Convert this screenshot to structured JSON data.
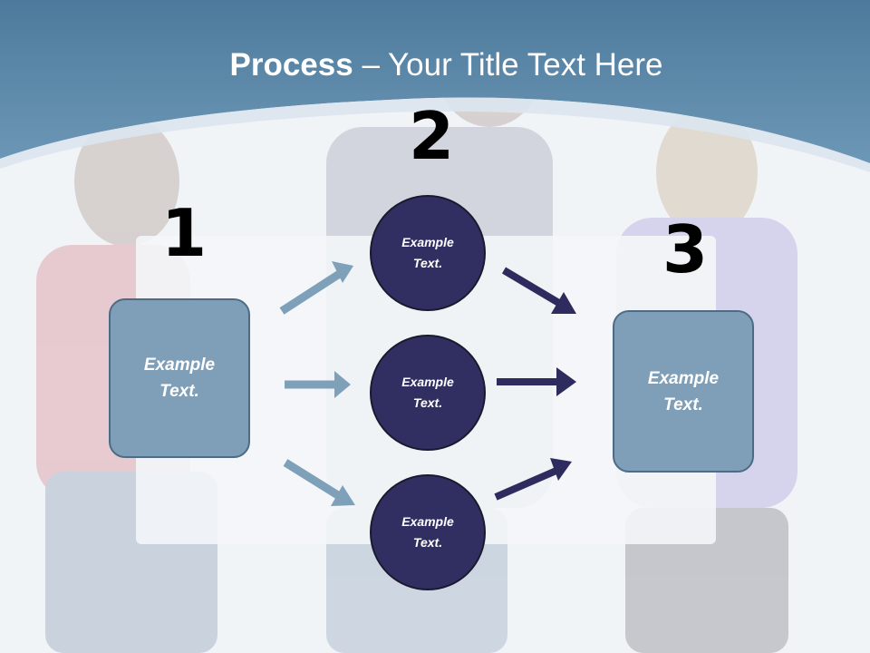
{
  "slide": {
    "title_bold": "Process",
    "title_rest": " – Your Title Text Here"
  },
  "steps": {
    "one": {
      "number": "1",
      "text_line1": "Example",
      "text_line2": "Text."
    },
    "two": {
      "number": "2",
      "nodes": [
        {
          "text_line1": "Example",
          "text_line2": "Text."
        },
        {
          "text_line1": "Example",
          "text_line2": "Text."
        },
        {
          "text_line1": "Example",
          "text_line2": "Text."
        }
      ]
    },
    "three": {
      "number": "3",
      "text_line1": "Example",
      "text_line2": "Text."
    }
  },
  "colors": {
    "header": "#5e88a8",
    "box_fill": "#7f9fb8",
    "circle_fill": "#312f62",
    "left_arrow": "#7ea0b9",
    "right_arrow": "#2e2c5e"
  }
}
